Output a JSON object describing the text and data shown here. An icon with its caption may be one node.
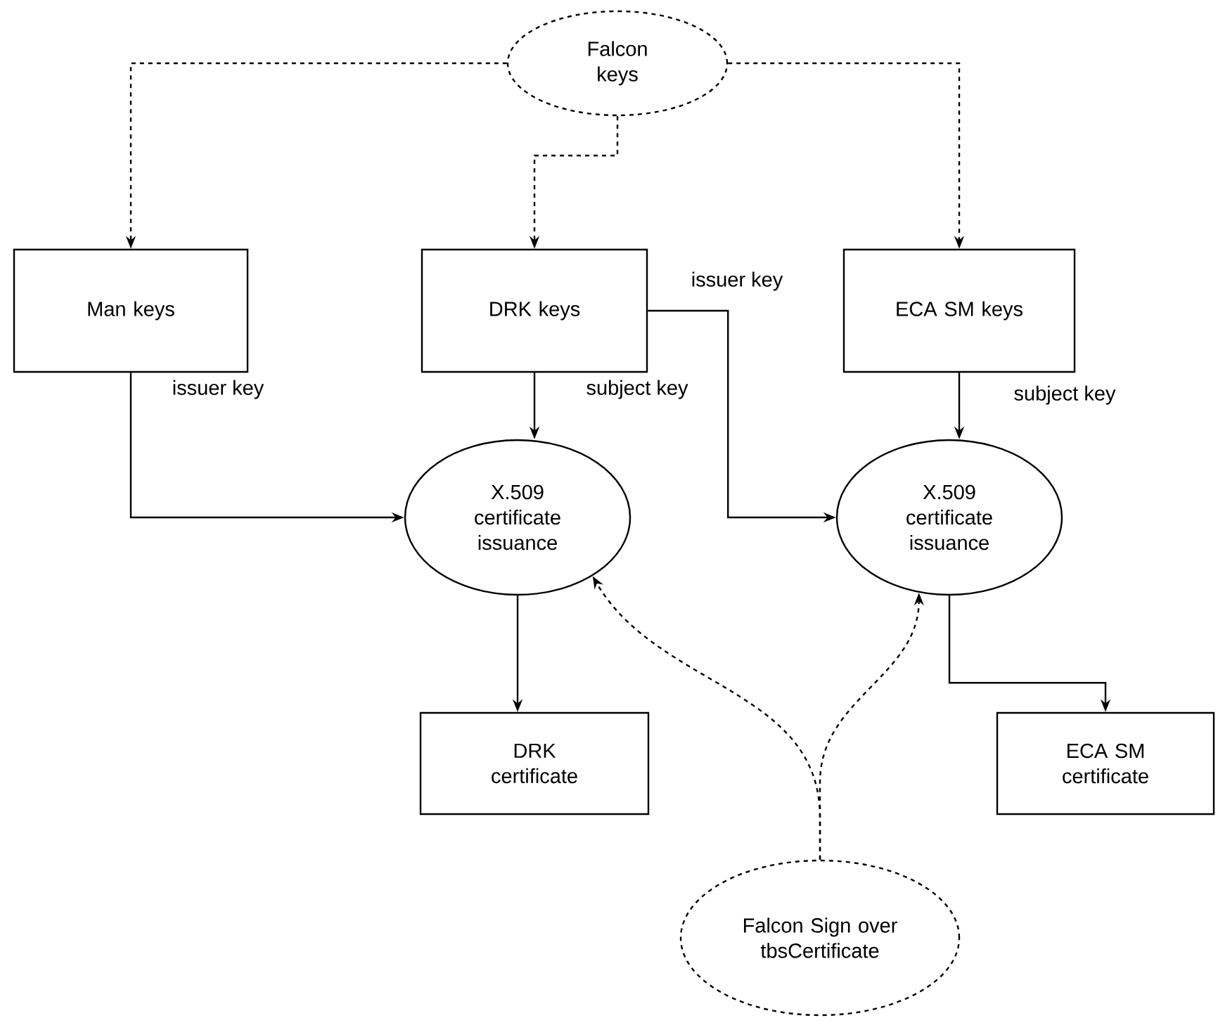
{
  "diagram": {
    "nodes": [
      {
        "text": [
          "Falcon keys"
        ]
      },
      {
        "text": [
          "Man keys"
        ]
      },
      {
        "text": [
          "DRK keys"
        ]
      },
      {
        "text": [
          "ECA SM keys"
        ]
      },
      {
        "text": [
          "X.509 certificate issuance"
        ]
      },
      {
        "text": [
          "X.509 certificate issuance"
        ]
      },
      {
        "text": [
          "DRK certificate"
        ]
      },
      {
        "text": [
          "ECA SM certificate"
        ]
      },
      {
        "text": [
          "Falcon Sign over tbsCertificate"
        ]
      }
    ],
    "edges": [
      {
        "from": 0,
        "to": 1,
        "arrow": "to",
        "style": "dashed"
      },
      {
        "from": 0,
        "to": 2,
        "arrow": "to",
        "style": "dashed"
      },
      {
        "from": 0,
        "to": 3,
        "arrow": "to",
        "style": "dashed"
      },
      {
        "from": 1,
        "to": 4,
        "arrow": "to",
        "label": "issuer key"
      },
      {
        "from": 2,
        "to": 4,
        "arrow": "to",
        "label": "subject key"
      },
      {
        "from": 2,
        "to": 5,
        "arrow": "to",
        "label": "issuer key"
      },
      {
        "from": 3,
        "to": 5,
        "arrow": "to",
        "label": "subject key"
      },
      {
        "from": 4,
        "to": 6,
        "arrow": "to"
      },
      {
        "from": 5,
        "to": 7,
        "arrow": "to"
      },
      {
        "from": 8,
        "to": 4,
        "arrow": "to",
        "style": "dashed"
      },
      {
        "from": 8,
        "to": 5,
        "arrow": "to",
        "style": "dashed"
      }
    ]
  }
}
